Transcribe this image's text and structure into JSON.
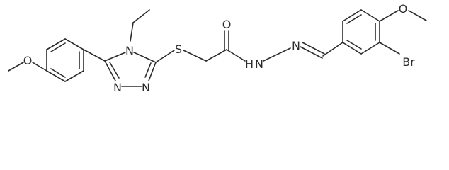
{
  "atoms": {
    "methoxy_o_left": "O",
    "triazole_n_ethyl": "N",
    "triazole_n_left": "N",
    "triazole_n_right": "N",
    "thioether_s": "S",
    "carbonyl_o": "O",
    "hydrazide_nh": "H",
    "hydrazide_n_first": "N",
    "hydrazone_n": "N",
    "methoxy_o_right": "O",
    "bromo": "Br"
  }
}
